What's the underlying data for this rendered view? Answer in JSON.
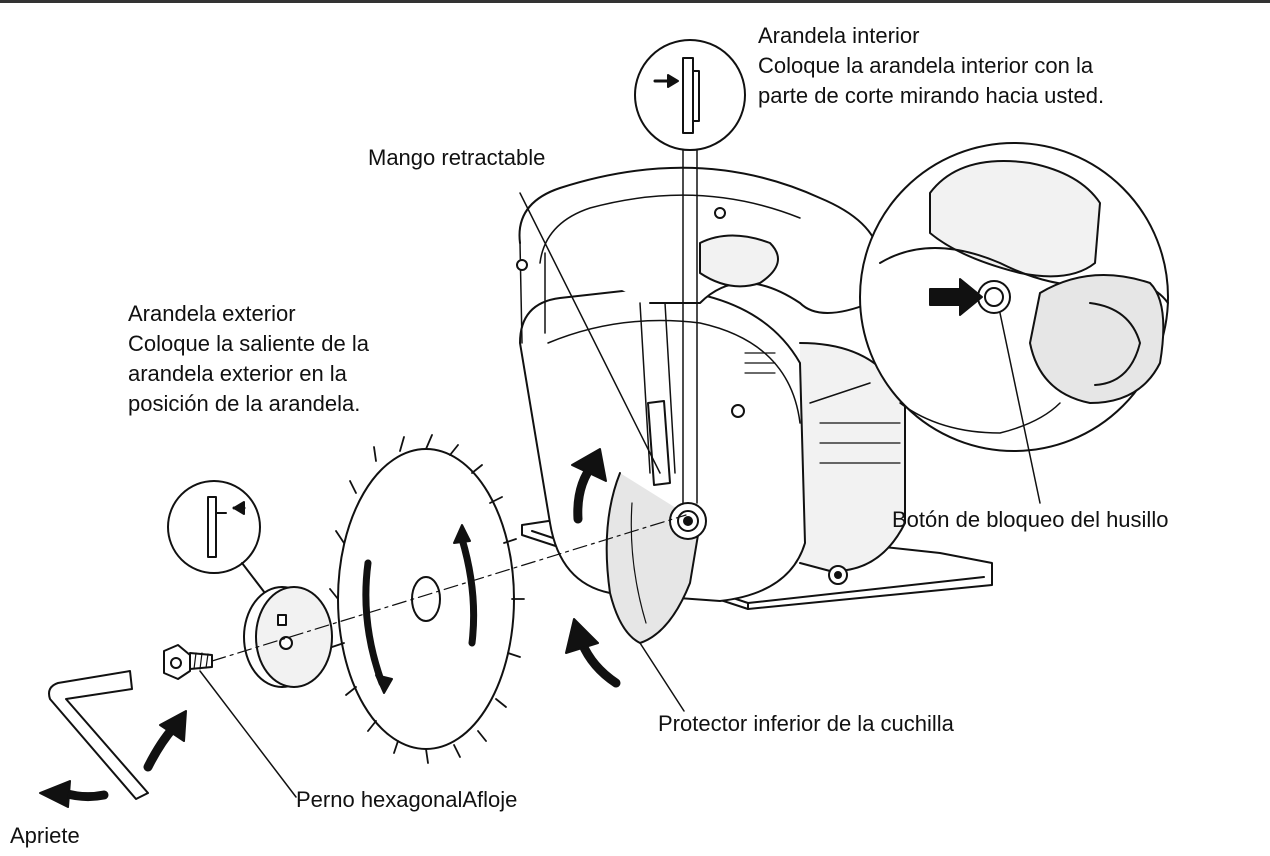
{
  "labels": {
    "inner_washer_title": "Arandela interior",
    "inner_washer_line1": "Coloque la arandela interior con la",
    "inner_washer_line2": "parte de corte mirando hacia usted.",
    "retractable_handle": "Mango retractable",
    "outer_washer_title": "Arandela exterior",
    "outer_washer_line1": "Coloque la saliente de la",
    "outer_washer_line2": "arandela exterior en la",
    "outer_washer_line3": "posición de la arandela.",
    "spindle_lock": "Botón de bloqueo del husillo",
    "lower_guard": "Protector inferior de la cuchilla",
    "hex_bolt_loosen": "Perno hexagonalAfloje",
    "tighten": "Apriete"
  },
  "colors": {
    "line": "#111111",
    "fill_light": "#ffffff",
    "fill_shade": "#e6e6e6",
    "arrow": "#111111"
  },
  "icons": [
    "circular-saw-illustration",
    "saw-blade-illustration",
    "outer-washer-illustration",
    "hex-bolt-illustration",
    "hex-wrench-illustration",
    "rotation-arrows"
  ]
}
